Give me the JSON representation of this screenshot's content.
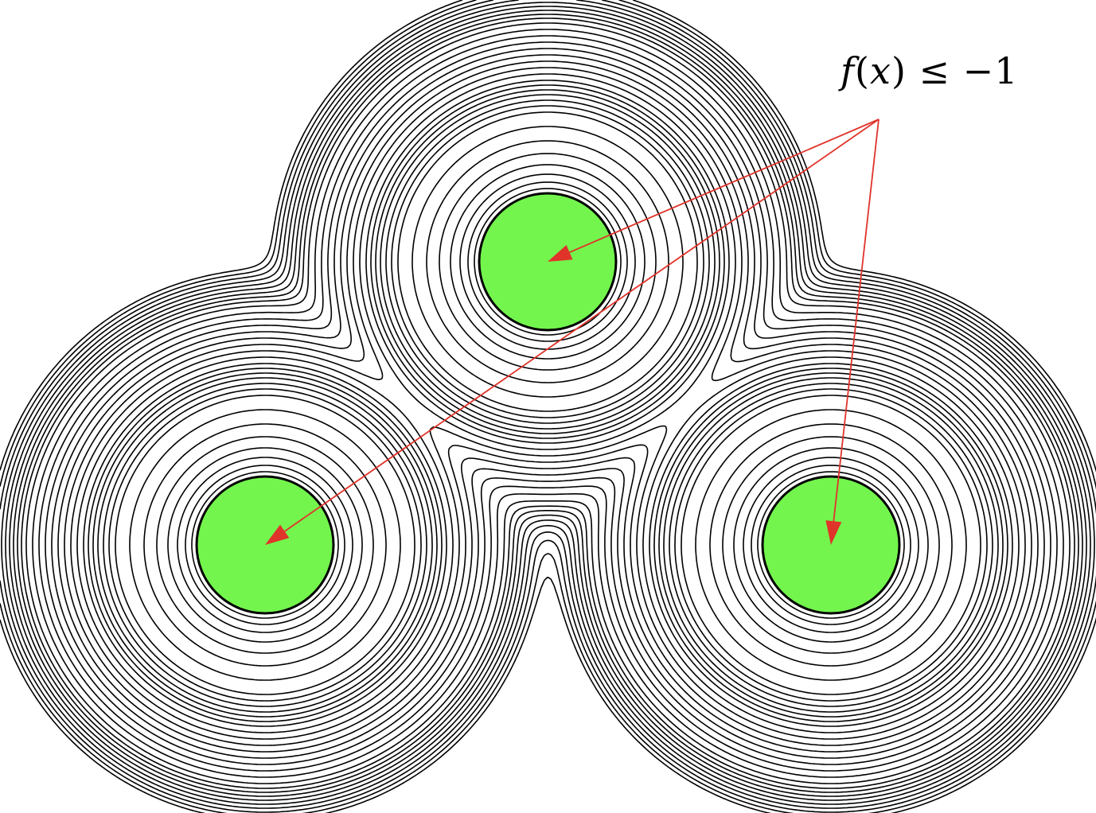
{
  "annotation": {
    "f": "f",
    "open_paren": "(",
    "x": "x",
    "close_paren": ")",
    "relation": " ≤ −1"
  },
  "colors": {
    "contour_line": "#000000",
    "sublevel_fill": "#73f54d",
    "arrow": "#e0332a",
    "background": "#ffffff"
  },
  "diagram": {
    "description_type": "contour-plot",
    "wells": [
      {
        "name": "left-well"
      },
      {
        "name": "top-well"
      },
      {
        "name": "right-well"
      }
    ],
    "arrow_count": 3
  }
}
